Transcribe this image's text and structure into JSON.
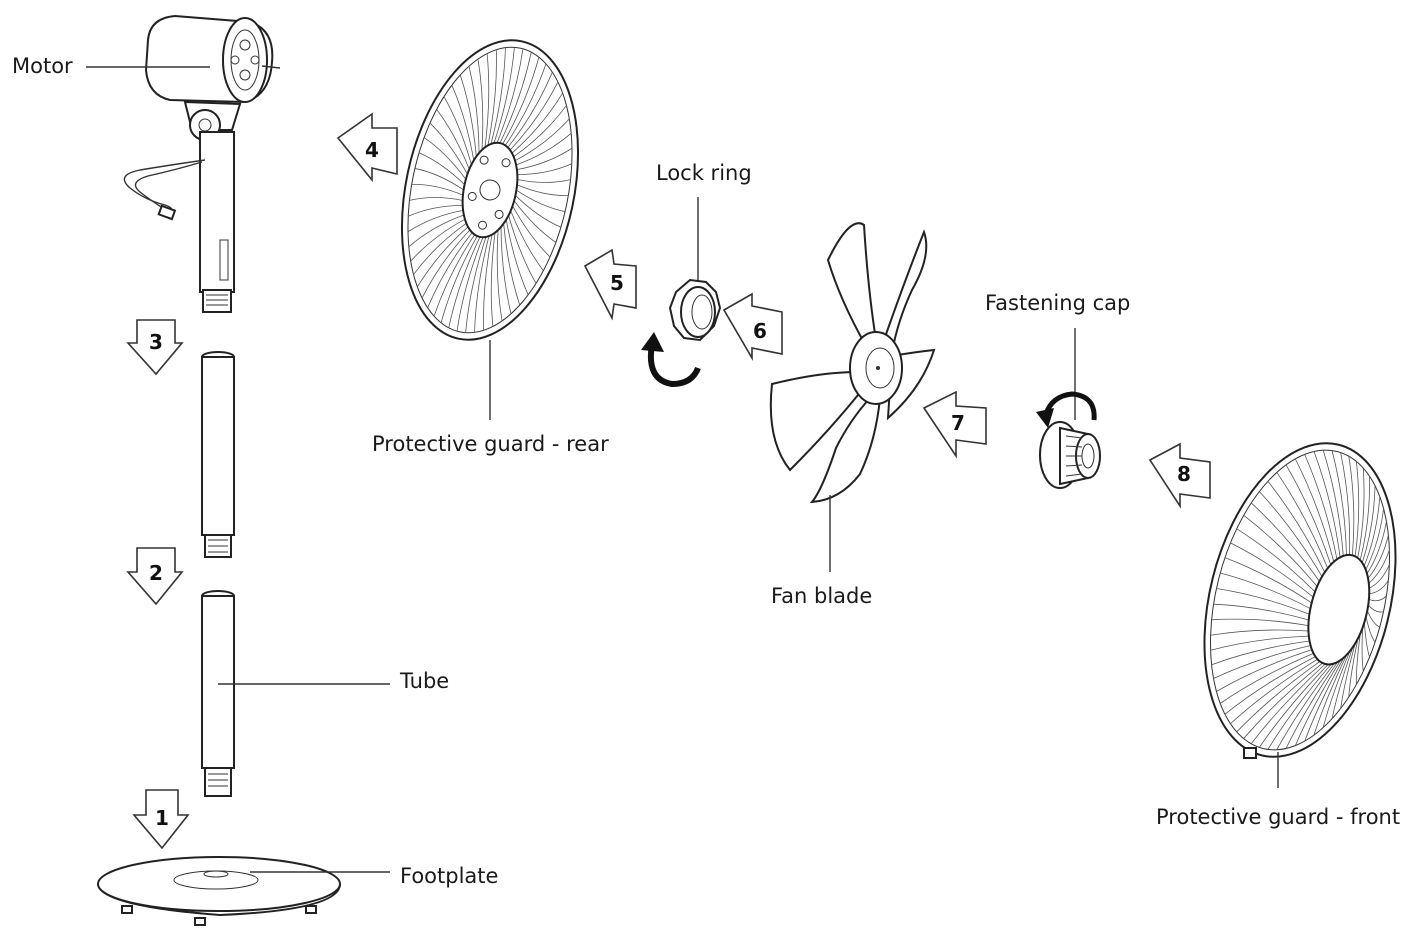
{
  "labels": {
    "motor": "Motor",
    "lock_ring": "Lock ring",
    "fastening_cap": "Fastening cap",
    "guard_rear": "Protective guard  - rear",
    "fan_blade": "Fan blade",
    "tube": "Tube",
    "guard_front": "Protective guard  - front",
    "footplate": "Footplate"
  },
  "steps": [
    "1",
    "2",
    "3",
    "4",
    "5",
    "6",
    "7",
    "8"
  ]
}
